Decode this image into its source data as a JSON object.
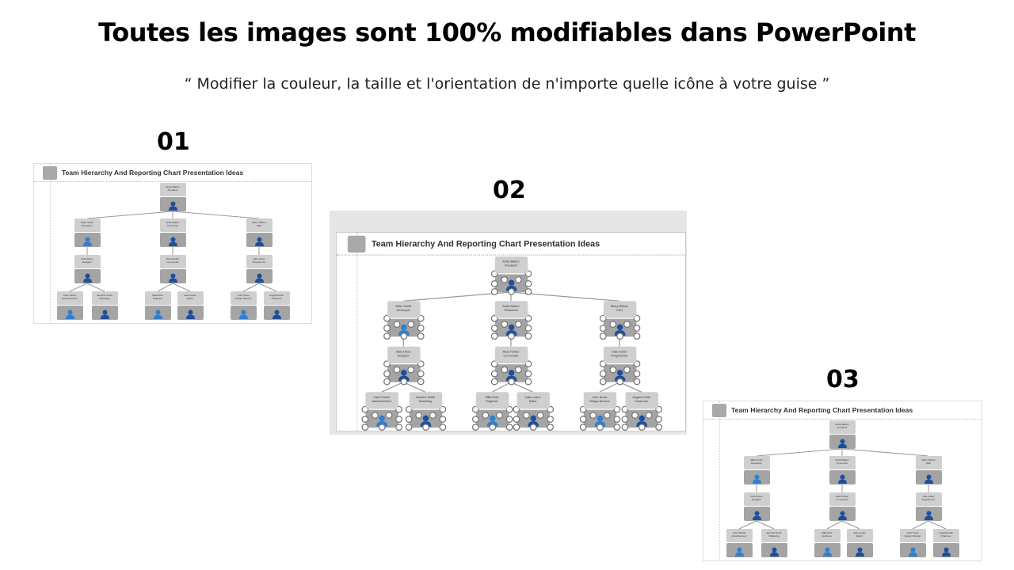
{
  "slide": {
    "title": "Toutes les images sont 100% modifiables dans PowerPoint",
    "subtitle": "“ Modifier la couleur, la taille et l'orientation de n'importe quelle icône à votre guise ”"
  },
  "thumbnails": [
    {
      "number": "01"
    },
    {
      "number": "02"
    },
    {
      "number": "03"
    }
  ],
  "org_chart": {
    "title": "Team Hierarchy And Reporting Chart Presentation Ideas",
    "person_color_dark": "#1f4e9c",
    "person_color_light": "#2e7fd1",
    "nodes": [
      {
        "name": "Anita Walton",
        "role": "President"
      },
      {
        "name": "Miller Smith",
        "role": "Developer"
      },
      {
        "name": "Anita Walton",
        "role": "Personnel"
      },
      {
        "name": "Marry Wilson",
        "role": "CEO"
      },
      {
        "name": "Kelly Dixon",
        "role": "Designer"
      },
      {
        "name": "Ross Parker",
        "role": "Co-founder"
      },
      {
        "name": "Julie Joiner",
        "role": "Programmer"
      },
      {
        "name": "Carol Daniel",
        "role": "Advertisement"
      },
      {
        "name": "Jasmine Smith",
        "role": "Marketing"
      },
      {
        "name": "Milla Roth",
        "role": "Engineer"
      },
      {
        "name": "Julie Lucker",
        "role": "Editor"
      },
      {
        "name": "John Snow",
        "role": "Design Director"
      },
      {
        "name": "Angela Smith",
        "role": "Chairman"
      }
    ]
  }
}
